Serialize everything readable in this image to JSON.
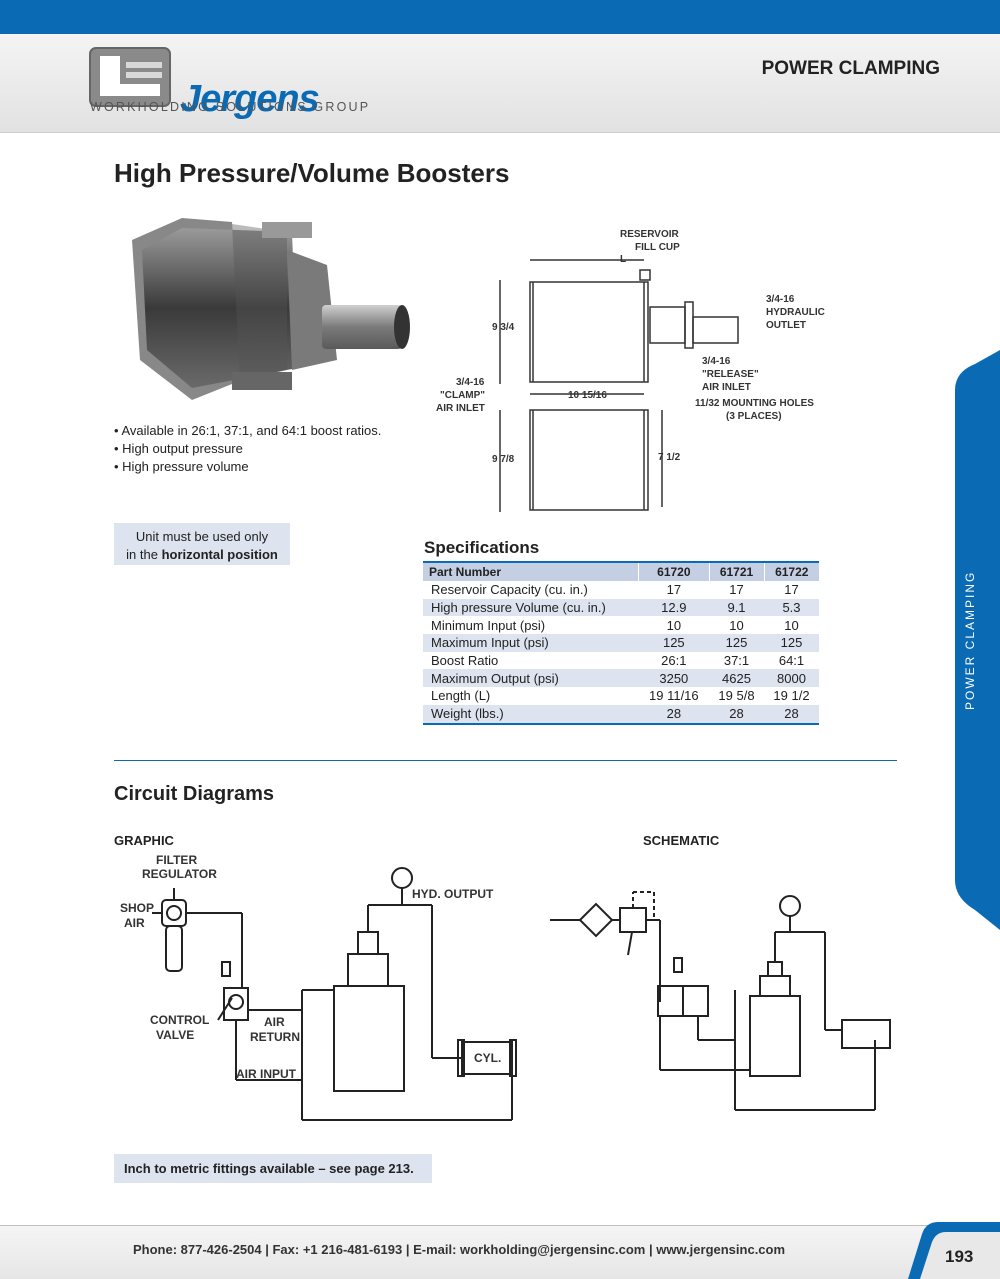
{
  "header": {
    "brand": "Jergens",
    "tagline": "WORKHOLDING SOLUTIONS GROUP",
    "section": "POWER CLAMPING"
  },
  "title": "High Pressure/Volume Boosters",
  "bullets": [
    "Available in 26:1, 37:1, and 64:1 boost ratios.",
    "High output pressure",
    "High pressure volume"
  ],
  "note": {
    "line1": "Unit must be used only",
    "line2_prefix": "in the ",
    "line2_bold": "horizontal position"
  },
  "drawing_labels": {
    "reservoir": "RESERVOIR",
    "fill_cup": "FILL CUP",
    "L": "L",
    "hyd1": "3/4-16",
    "hyd2": "HYDRAULIC",
    "hyd3": "OUTLET",
    "h1": "9 3/4",
    "rel1": "3/4-16",
    "rel2": "\"RELEASE\"",
    "rel3": "AIR INLET",
    "clamp1": "3/4-16",
    "clamp2": "\"CLAMP\"",
    "clamp3": "AIR INLET",
    "w1": "10 15/16",
    "mount1": "11/32 MOUNTING HOLES",
    "mount2": "(3 PLACES)",
    "h2": "9 7/8",
    "h3": "7 1/2"
  },
  "specifications": {
    "title": "Specifications",
    "headers": [
      "Part Number",
      "61720",
      "61721",
      "61722"
    ],
    "rows": [
      [
        "Reservoir Capacity (cu. in.)",
        "17",
        "17",
        "17"
      ],
      [
        "High pressure Volume (cu. in.)",
        "12.9",
        "9.1",
        "5.3"
      ],
      [
        "Minimum Input (psi)",
        "10",
        "10",
        "10"
      ],
      [
        "Maximum Input (psi)",
        "125",
        "125",
        "125"
      ],
      [
        "Boost Ratio",
        "26:1",
        "37:1",
        "64:1"
      ],
      [
        "Maximum Output (psi)",
        "3250",
        "4625",
        "8000"
      ],
      [
        "Length (L)",
        "19 11/16",
        "19 5/8",
        "19 1/2"
      ],
      [
        "Weight (lbs.)",
        "28",
        "28",
        "28"
      ]
    ]
  },
  "circuit": {
    "title": "Circuit Diagrams",
    "graphic_label": "GRAPHIC",
    "schematic_label": "SCHEMATIC",
    "graphic_labels": {
      "filter1": "FILTER",
      "filter2": "REGULATOR",
      "shop1": "SHOP",
      "shop2": "AIR",
      "hyd_output": "HYD. OUTPUT",
      "control1": "CONTROL",
      "control2": "VALVE",
      "air_return1": "AIR",
      "air_return2": "RETURN",
      "air_input": "AIR INPUT",
      "cyl": "CYL."
    }
  },
  "metric_note": "Inch to metric fittings available – see page 213.",
  "side_tab": "POWER CLAMPING",
  "footer": "Phone: 877-426-2504  |  Fax: +1 216-481-6193  |  E-mail: workholding@jergensinc.com  |  www.jergensinc.com",
  "page_number": "193",
  "colors": {
    "accent": "#0a6bb4",
    "row_alt": "#dde3ef",
    "header_row": "#c4cfe4"
  }
}
